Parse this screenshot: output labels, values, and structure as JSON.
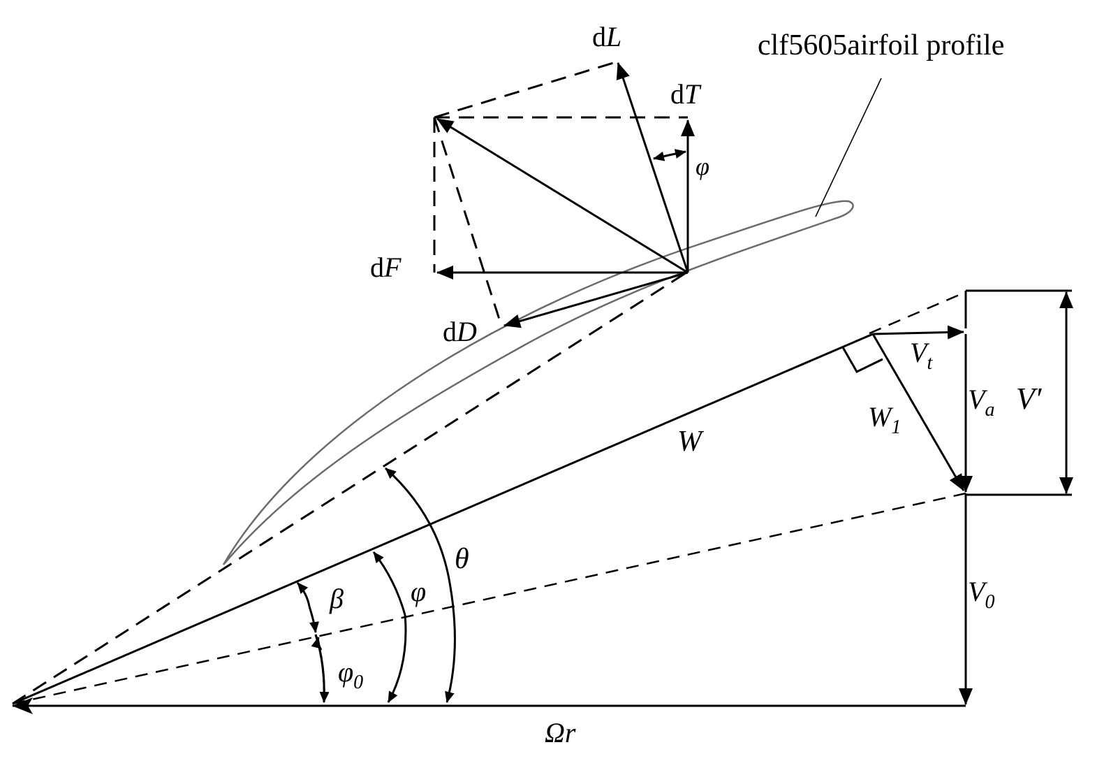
{
  "title": "clf5605airfoil profile",
  "labels": {
    "dL": {
      "prefix": "d",
      "var": "L"
    },
    "dT": {
      "prefix": "d",
      "var": "T"
    },
    "dF": {
      "prefix": "d",
      "var": "F"
    },
    "dD": {
      "prefix": "d",
      "var": "D"
    },
    "phi_top": "φ",
    "Vt": {
      "base": "V",
      "sub": "t"
    },
    "Va": {
      "base": "V",
      "sub": "a"
    },
    "Vprime": "V′",
    "W": "W",
    "W1": {
      "base": "W",
      "sub": "1"
    },
    "theta": "θ",
    "beta": "β",
    "phi": "φ",
    "phi0": {
      "base": "φ",
      "sub": "0"
    },
    "V0": {
      "base": "V",
      "sub": "0"
    },
    "Omega_r": "Ωr"
  },
  "colors": {
    "line": "#000000",
    "airfoil": "#6b6b6b",
    "background": "#ffffff"
  }
}
